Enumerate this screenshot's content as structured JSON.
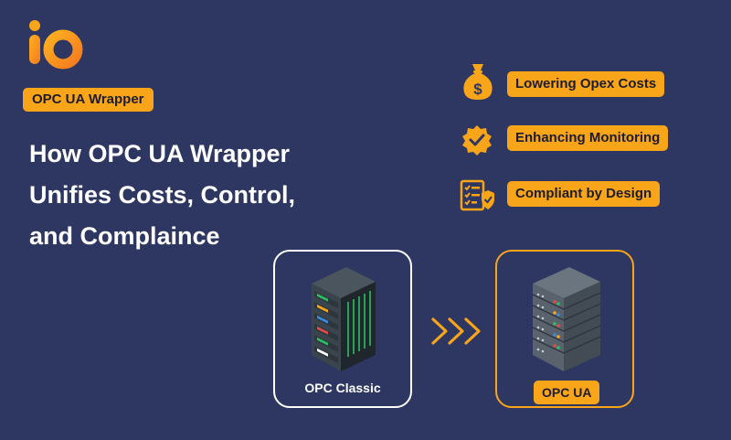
{
  "brand": {
    "logo_icon": "io-logo-icon",
    "accent": "#f9a51a",
    "background": "#2d3761"
  },
  "tag": "OPC UA Wrapper",
  "headline": {
    "line1": "How OPC UA Wrapper",
    "line2": "Unifies Costs, Control,",
    "line3": "and Complaince"
  },
  "features": [
    {
      "icon": "money-bag-icon",
      "label": "Lowering Opex Costs"
    },
    {
      "icon": "verified-badge-icon",
      "label": "Enhancing Monitoring"
    },
    {
      "icon": "checklist-shield-icon",
      "label": "Compliant by Design"
    }
  ],
  "servers": {
    "classic": {
      "label": "OPC Classic",
      "icon": "server-rack-icon"
    },
    "ua": {
      "label": "OPC UA",
      "icon": "server-rack-icon"
    },
    "arrow_icon": "triple-chevron-right-icon"
  }
}
